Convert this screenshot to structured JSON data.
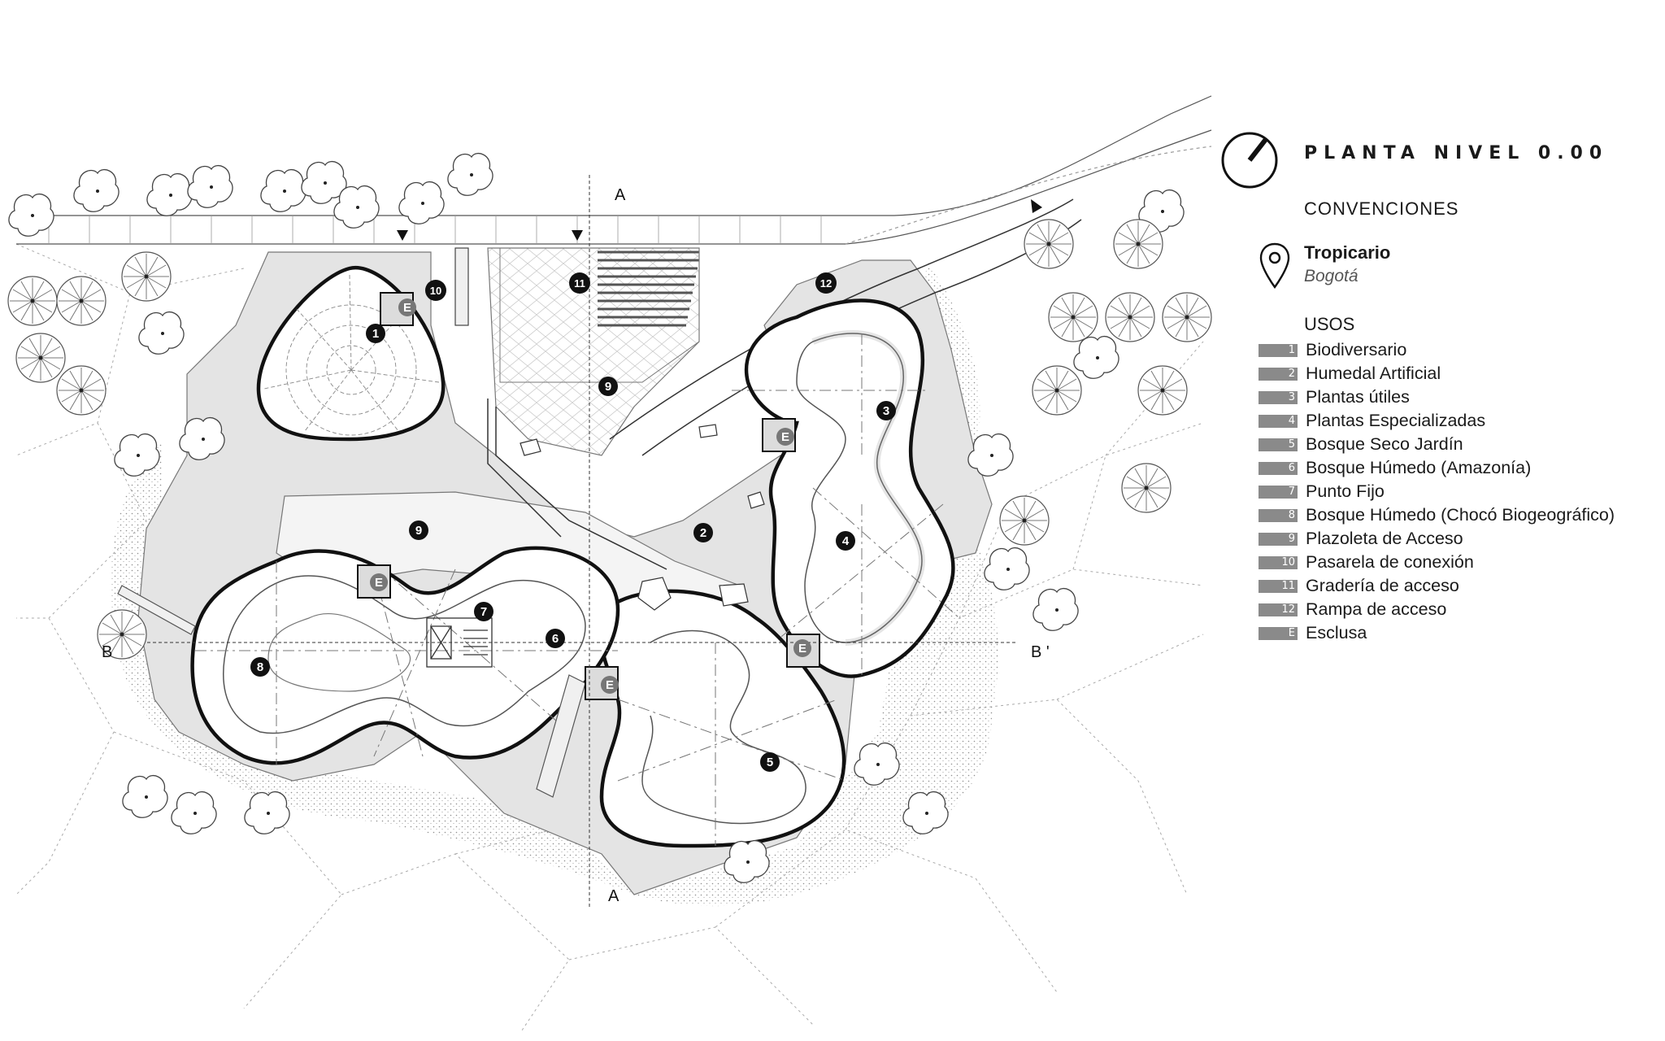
{
  "title": "PLANTA NIVEL 0.00",
  "conventions_label": "CONVENCIONES",
  "project": {
    "name": "Tropicario",
    "city": "Bogotá"
  },
  "uses_label": "USOS",
  "uses": [
    {
      "code": "1",
      "label": "Biodiversario"
    },
    {
      "code": "2",
      "label": "Humedal Artificial"
    },
    {
      "code": "3",
      "label": "Plantas útiles"
    },
    {
      "code": "4",
      "label": "Plantas Especializadas"
    },
    {
      "code": "5",
      "label": "Bosque Seco Jardín"
    },
    {
      "code": "6",
      "label": "Bosque Húmedo (Amazonía)"
    },
    {
      "code": "7",
      "label": "Punto Fijo"
    },
    {
      "code": "8",
      "label": "Bosque Húmedo (Chocó Biogeográfico)"
    },
    {
      "code": "9",
      "label": "Plazoleta de Acceso"
    },
    {
      "code": "10",
      "label": "Pasarela de conexión"
    },
    {
      "code": "11",
      "label": "Gradería de acceso"
    },
    {
      "code": "12",
      "label": "Rampa de acceso"
    },
    {
      "code": "E",
      "label": "Esclusa"
    }
  ],
  "section_labels": {
    "a_top": "A",
    "a_bottom": "A",
    "b_left": "B",
    "b_right": "B '"
  },
  "plan_markers": {
    "m1": "1",
    "m2": "2",
    "m3": "3",
    "m4": "4",
    "m5": "5",
    "m6": "6",
    "m7": "7",
    "m8": "8",
    "m9a": "9",
    "m9b": "9",
    "m10": "10",
    "m11": "11",
    "m12": "12",
    "e1": "E",
    "e2": "E",
    "e3": "E",
    "e4": "E",
    "e5": "E"
  },
  "colors": {
    "plaza": "#e4e4e4",
    "ink": "#111111",
    "chip": "#8a8a8a",
    "hatch": "#bdbdbd"
  }
}
